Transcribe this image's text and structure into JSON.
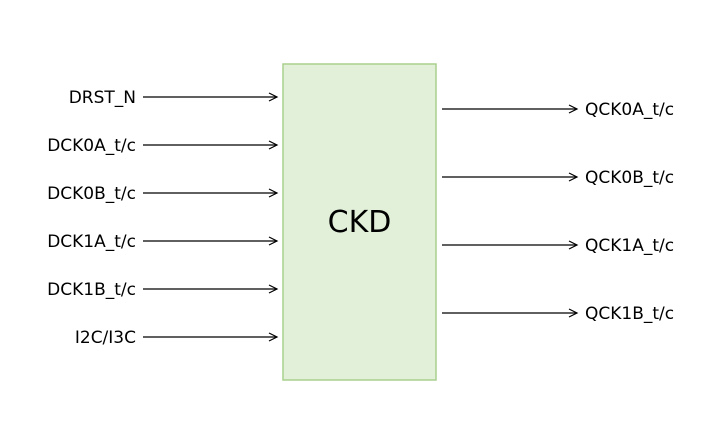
{
  "block": {
    "label": "CKD",
    "fill": "#e2f0d9",
    "border": "#a9d18e"
  },
  "inputs": [
    {
      "label": "DRST_N"
    },
    {
      "label": "DCK0A_t/c"
    },
    {
      "label": "DCK0B_t/c"
    },
    {
      "label": "DCK1A_t/c"
    },
    {
      "label": "DCK1B_t/c"
    },
    {
      "label": "I2C/I3C"
    }
  ],
  "outputs": [
    {
      "label": "QCK0A_t/c"
    },
    {
      "label": "QCK0B_t/c"
    },
    {
      "label": "QCK1A_t/c"
    },
    {
      "label": "QCK1B_t/c"
    }
  ]
}
